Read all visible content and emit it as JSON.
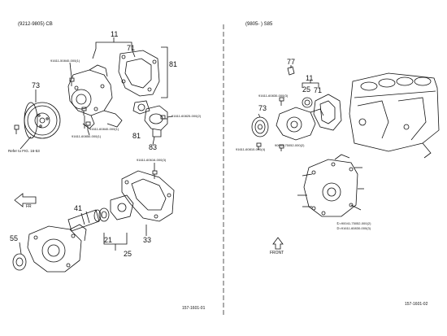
{
  "left_panel": {
    "header": "(9212-9805) CB",
    "callouts": {
      "c11": "11",
      "c71": "71",
      "c81a": "81",
      "c73": "73",
      "c81b": "81",
      "c83": "83",
      "c41": "41",
      "c55": "55",
      "c21": "21",
      "c25": "25",
      "c33": "33"
    },
    "part_numbers": {
      "p1": "91611-50840-000(1)",
      "p2": "91611-60825-000(2)",
      "p3": "91611-60840-000(1)",
      "p4": "91611-60850-000(1)",
      "p5": "91611-60616-000(3)"
    },
    "reference": "Refer to FIG. 16-53",
    "direction": "FR",
    "illustration_id": "157-1601-01"
  },
  "right_panel": {
    "header": "(9805-     ) S85",
    "callouts": {
      "c77": "77",
      "c11": "11",
      "c25": "25",
      "c71": "71",
      "c73": "73"
    },
    "part_numbers": {
      "p1": "91611-60830-000(3)",
      "p2": "91611-60810-000(4)",
      "p3": "90041-75052-000(2)"
    },
    "legend": [
      "①=90041-75052-000(2)",
      "②=91611-60830-000(3)"
    ],
    "direction": "FRONT",
    "illustration_id": "157-1601-02"
  }
}
